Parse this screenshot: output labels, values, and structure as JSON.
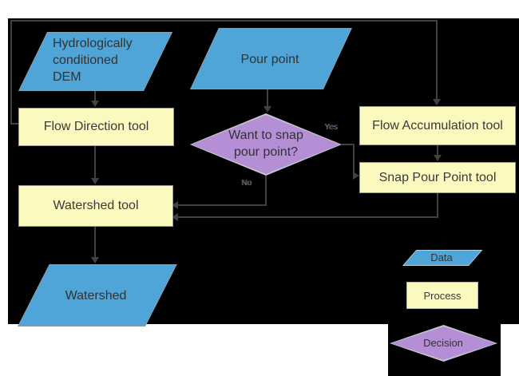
{
  "diagram": {
    "nodes": {
      "dem": {
        "type": "data",
        "lines": [
          "Hydrologically",
          "conditioned",
          "DEM"
        ]
      },
      "pour_point": {
        "type": "data",
        "label": "Pour point"
      },
      "flow_direction": {
        "type": "process",
        "label": "Flow Direction tool"
      },
      "flow_accumulation": {
        "type": "process",
        "label": "Flow Accumulation tool"
      },
      "snap_pour_point": {
        "type": "process",
        "label": "Snap Pour Point tool"
      },
      "watershed_tool": {
        "type": "process",
        "label": "Watershed tool"
      },
      "snap_decision": {
        "type": "decision",
        "lines": [
          "Want to snap",
          "pour point?"
        ]
      },
      "watershed": {
        "type": "data",
        "label": "Watershed"
      }
    },
    "edge_labels": {
      "yes": "Yes",
      "no": "No"
    },
    "legend": {
      "data": {
        "label": "Data"
      },
      "process": {
        "label": "Process"
      },
      "decision": {
        "label": "Decision"
      }
    },
    "colors": {
      "background": "#FFFFFF",
      "canvas": "#000000",
      "data_fill": "#4FA5D8",
      "process_fill": "#FBF9BE",
      "decision_fill": "#B48FD6",
      "connector": "#414141",
      "node_text": "#323232",
      "branch_label_text": "#4A5F9E"
    }
  }
}
